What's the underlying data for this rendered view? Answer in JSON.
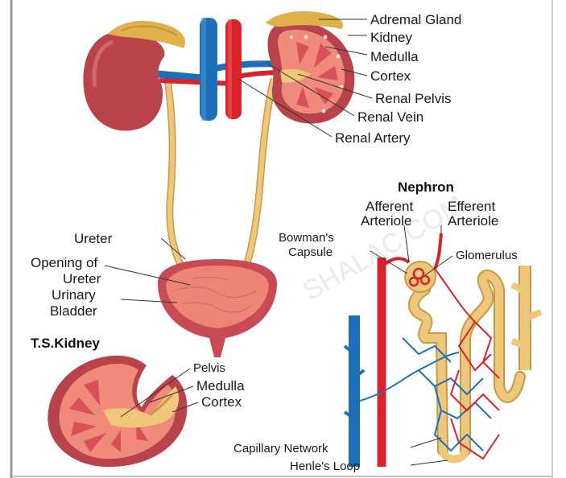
{
  "colors": {
    "vein": "#1d6fb8",
    "artery": "#d8232a",
    "ureter": "#e3b866",
    "kidney_outer": "#b8434a",
    "adrenal": "#e0b14a",
    "cortex": "#f08a7a",
    "medulla": "#d8505a",
    "bladder": "#c84a55",
    "tubule": "#efc77a"
  },
  "main_labels": {
    "adrenal_gland": "Adremal Gland",
    "kidney": "Kidney",
    "medulla": "Medulla",
    "cortex": "Cortex",
    "renal_pelvis": "Renal Pelvis",
    "renal_vein": "Renal Vein",
    "renal_artery": "Renal Artery",
    "ureter": "Ureter",
    "opening_of_ureter": [
      "Opening of",
      "Ureter"
    ],
    "urinary_bladder": [
      "Urinary",
      "Bladder"
    ]
  },
  "ts_kidney": {
    "title": "T.S.Kidney",
    "pelvis": "Pelvis",
    "medulla": "Medulla",
    "cortex": "Cortex"
  },
  "nephron": {
    "title": "Nephron",
    "afferent_arteriole": [
      "Afferent",
      "Arteriole"
    ],
    "efferent_arteriole": [
      "Efferent",
      "Arteriole"
    ],
    "bowmans_capsule": [
      "Bowman's",
      "Capsule"
    ],
    "glomerulus": "Glomerulus",
    "capillary_network": "Capillary Network",
    "henles_loop": "Henle's Loop"
  },
  "watermark": "SHALAC.COM"
}
